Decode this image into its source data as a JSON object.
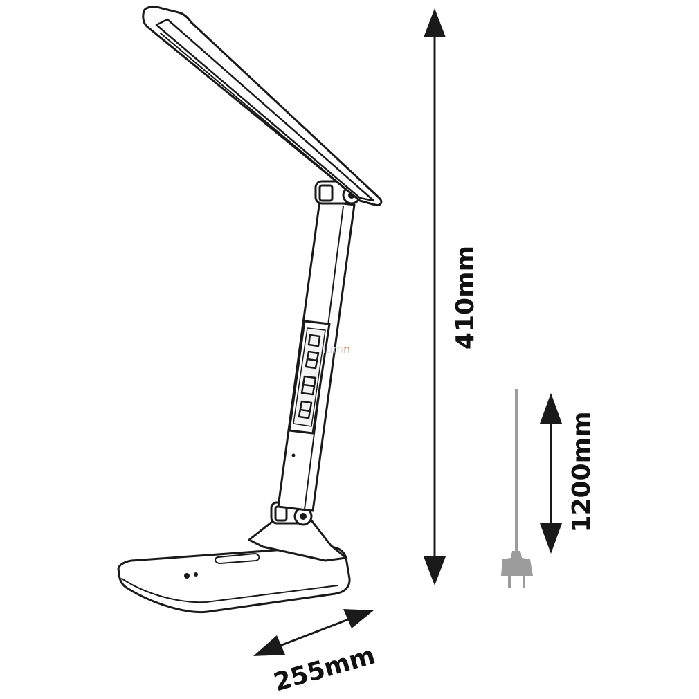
{
  "dimensions": {
    "height_label": "410mm",
    "cable_label": "1200mm",
    "depth_label": "255mm"
  },
  "watermark": {
    "text_main": "lum",
    "text_accent": "n"
  },
  "colors": {
    "line": "#1a1a1a",
    "plug": "#9c9c9c",
    "watermark_accent": "#e8833a"
  },
  "icons": {
    "plug": "plug-icon"
  }
}
